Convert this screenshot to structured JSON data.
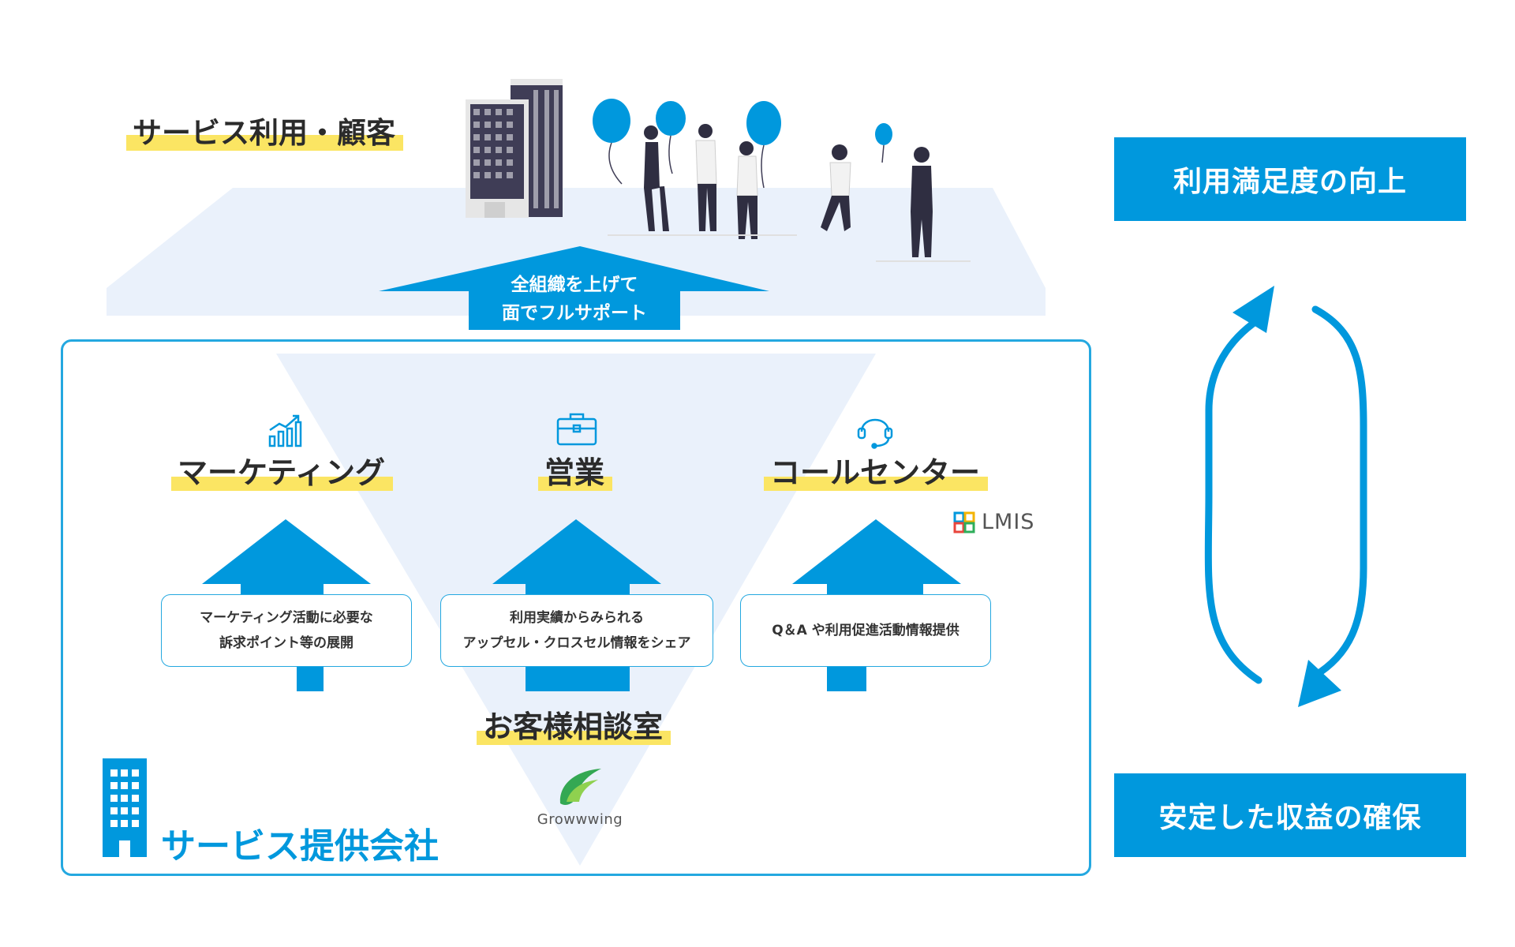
{
  "top": {
    "customer_label": "サービス利用・顧客",
    "support_arrow_line1": "全組織を上げて",
    "support_arrow_line2": "面でフルサポート"
  },
  "company": {
    "name": "サービス提供会社",
    "departments": [
      {
        "label": "マーケティング",
        "icon": "growth-chart-icon",
        "card_line1": "マーケティング活動に必要な",
        "card_line2": "訴求ポイント等の展開"
      },
      {
        "label": "営業",
        "icon": "briefcase-icon",
        "card_line1": "利用実績からみられる",
        "card_line2": "アップセル・クロスセル情報をシェア"
      },
      {
        "label": "コールセンター",
        "icon": "headset-icon",
        "card_line1": "Q＆A や利用促進活動情報提供",
        "card_line2": ""
      }
    ],
    "consultation": "お客様相談室",
    "lmis_logo": "LMIS",
    "growwing_logo": "Growwwing"
  },
  "cycle": {
    "top_box": "利用満足度の向上",
    "bottom_box": "安定した収益の確保"
  },
  "colors": {
    "accent_blue": "#0098dd",
    "highlight_yellow": "#fbe563",
    "pale_blue": "#eaf1fb",
    "border_blue": "#24a8e0"
  }
}
